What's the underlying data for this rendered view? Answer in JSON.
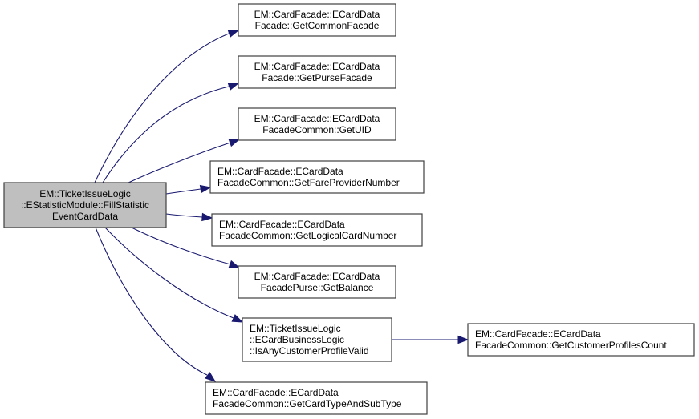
{
  "diagram": {
    "type": "call-graph",
    "edge_color": "#191970",
    "root_fill": "#bfbfbf",
    "nodes": [
      {
        "id": "root",
        "role": "root",
        "lines": [
          "EM::TicketIssueLogic",
          "::EStatisticModule::FillStatistic",
          "EventCardData"
        ]
      },
      {
        "id": "n1",
        "role": "callee",
        "lines": [
          "EM::CardFacade::ECardData",
          "Facade::GetCommonFacade"
        ]
      },
      {
        "id": "n2",
        "role": "callee",
        "lines": [
          "EM::CardFacade::ECardData",
          "Facade::GetPurseFacade"
        ]
      },
      {
        "id": "n3",
        "role": "callee",
        "lines": [
          "EM::CardFacade::ECardData",
          "FacadeCommon::GetUID"
        ]
      },
      {
        "id": "n4",
        "role": "callee",
        "lines": [
          "EM::CardFacade::ECardData",
          "FacadeCommon::GetFareProviderNumber"
        ]
      },
      {
        "id": "n5",
        "role": "callee",
        "lines": [
          "EM::CardFacade::ECardData",
          "FacadeCommon::GetLogicalCardNumber"
        ]
      },
      {
        "id": "n6",
        "role": "callee",
        "lines": [
          "EM::CardFacade::ECardData",
          "FacadePurse::GetBalance"
        ]
      },
      {
        "id": "n7",
        "role": "callee",
        "lines": [
          "EM::TicketIssueLogic",
          "::ECardBusinessLogic",
          "::IsAnyCustomerProfileValid"
        ]
      },
      {
        "id": "n8",
        "role": "callee",
        "lines": [
          "EM::CardFacade::ECardData",
          "FacadeCommon::GetCardTypeAndSubType"
        ]
      },
      {
        "id": "n9",
        "role": "callee",
        "lines": [
          "EM::CardFacade::ECardData",
          "FacadeCommon::GetCustomerProfilesCount"
        ]
      }
    ],
    "edges": [
      {
        "from": "root",
        "to": "n1"
      },
      {
        "from": "root",
        "to": "n2"
      },
      {
        "from": "root",
        "to": "n3"
      },
      {
        "from": "root",
        "to": "n4"
      },
      {
        "from": "root",
        "to": "n5"
      },
      {
        "from": "root",
        "to": "n6"
      },
      {
        "from": "root",
        "to": "n7"
      },
      {
        "from": "root",
        "to": "n8"
      },
      {
        "from": "n7",
        "to": "n9"
      }
    ]
  }
}
